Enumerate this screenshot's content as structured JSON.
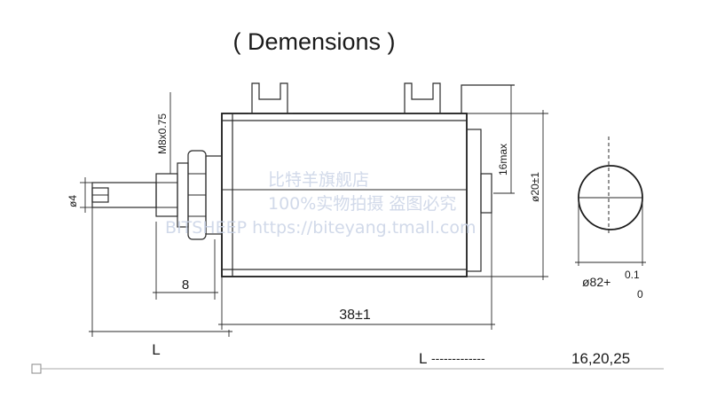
{
  "title": "( Demensions )",
  "labels": {
    "thread": "M8x0.75",
    "shaft_dia": "ø4",
    "bushing_len": "8",
    "body_len": "38±1",
    "l_label": "L",
    "terminal_h": "16max",
    "body_dia": "ø20±1",
    "side_dia": "ø82+",
    "tol_upper": "0.1",
    "tol_lower": "0",
    "legend_l": "L",
    "legend_dashes": "-------------",
    "legend_values": "16,20,25"
  },
  "watermark": {
    "line1": "比特羊旗舰店",
    "line2": "100%实物拍摄 盗图必究",
    "line3": "BITSHEEP  https://biteyang.tmall.com"
  },
  "colors": {
    "line": "#2a2a2a",
    "watermark": "#c9d3e6"
  }
}
